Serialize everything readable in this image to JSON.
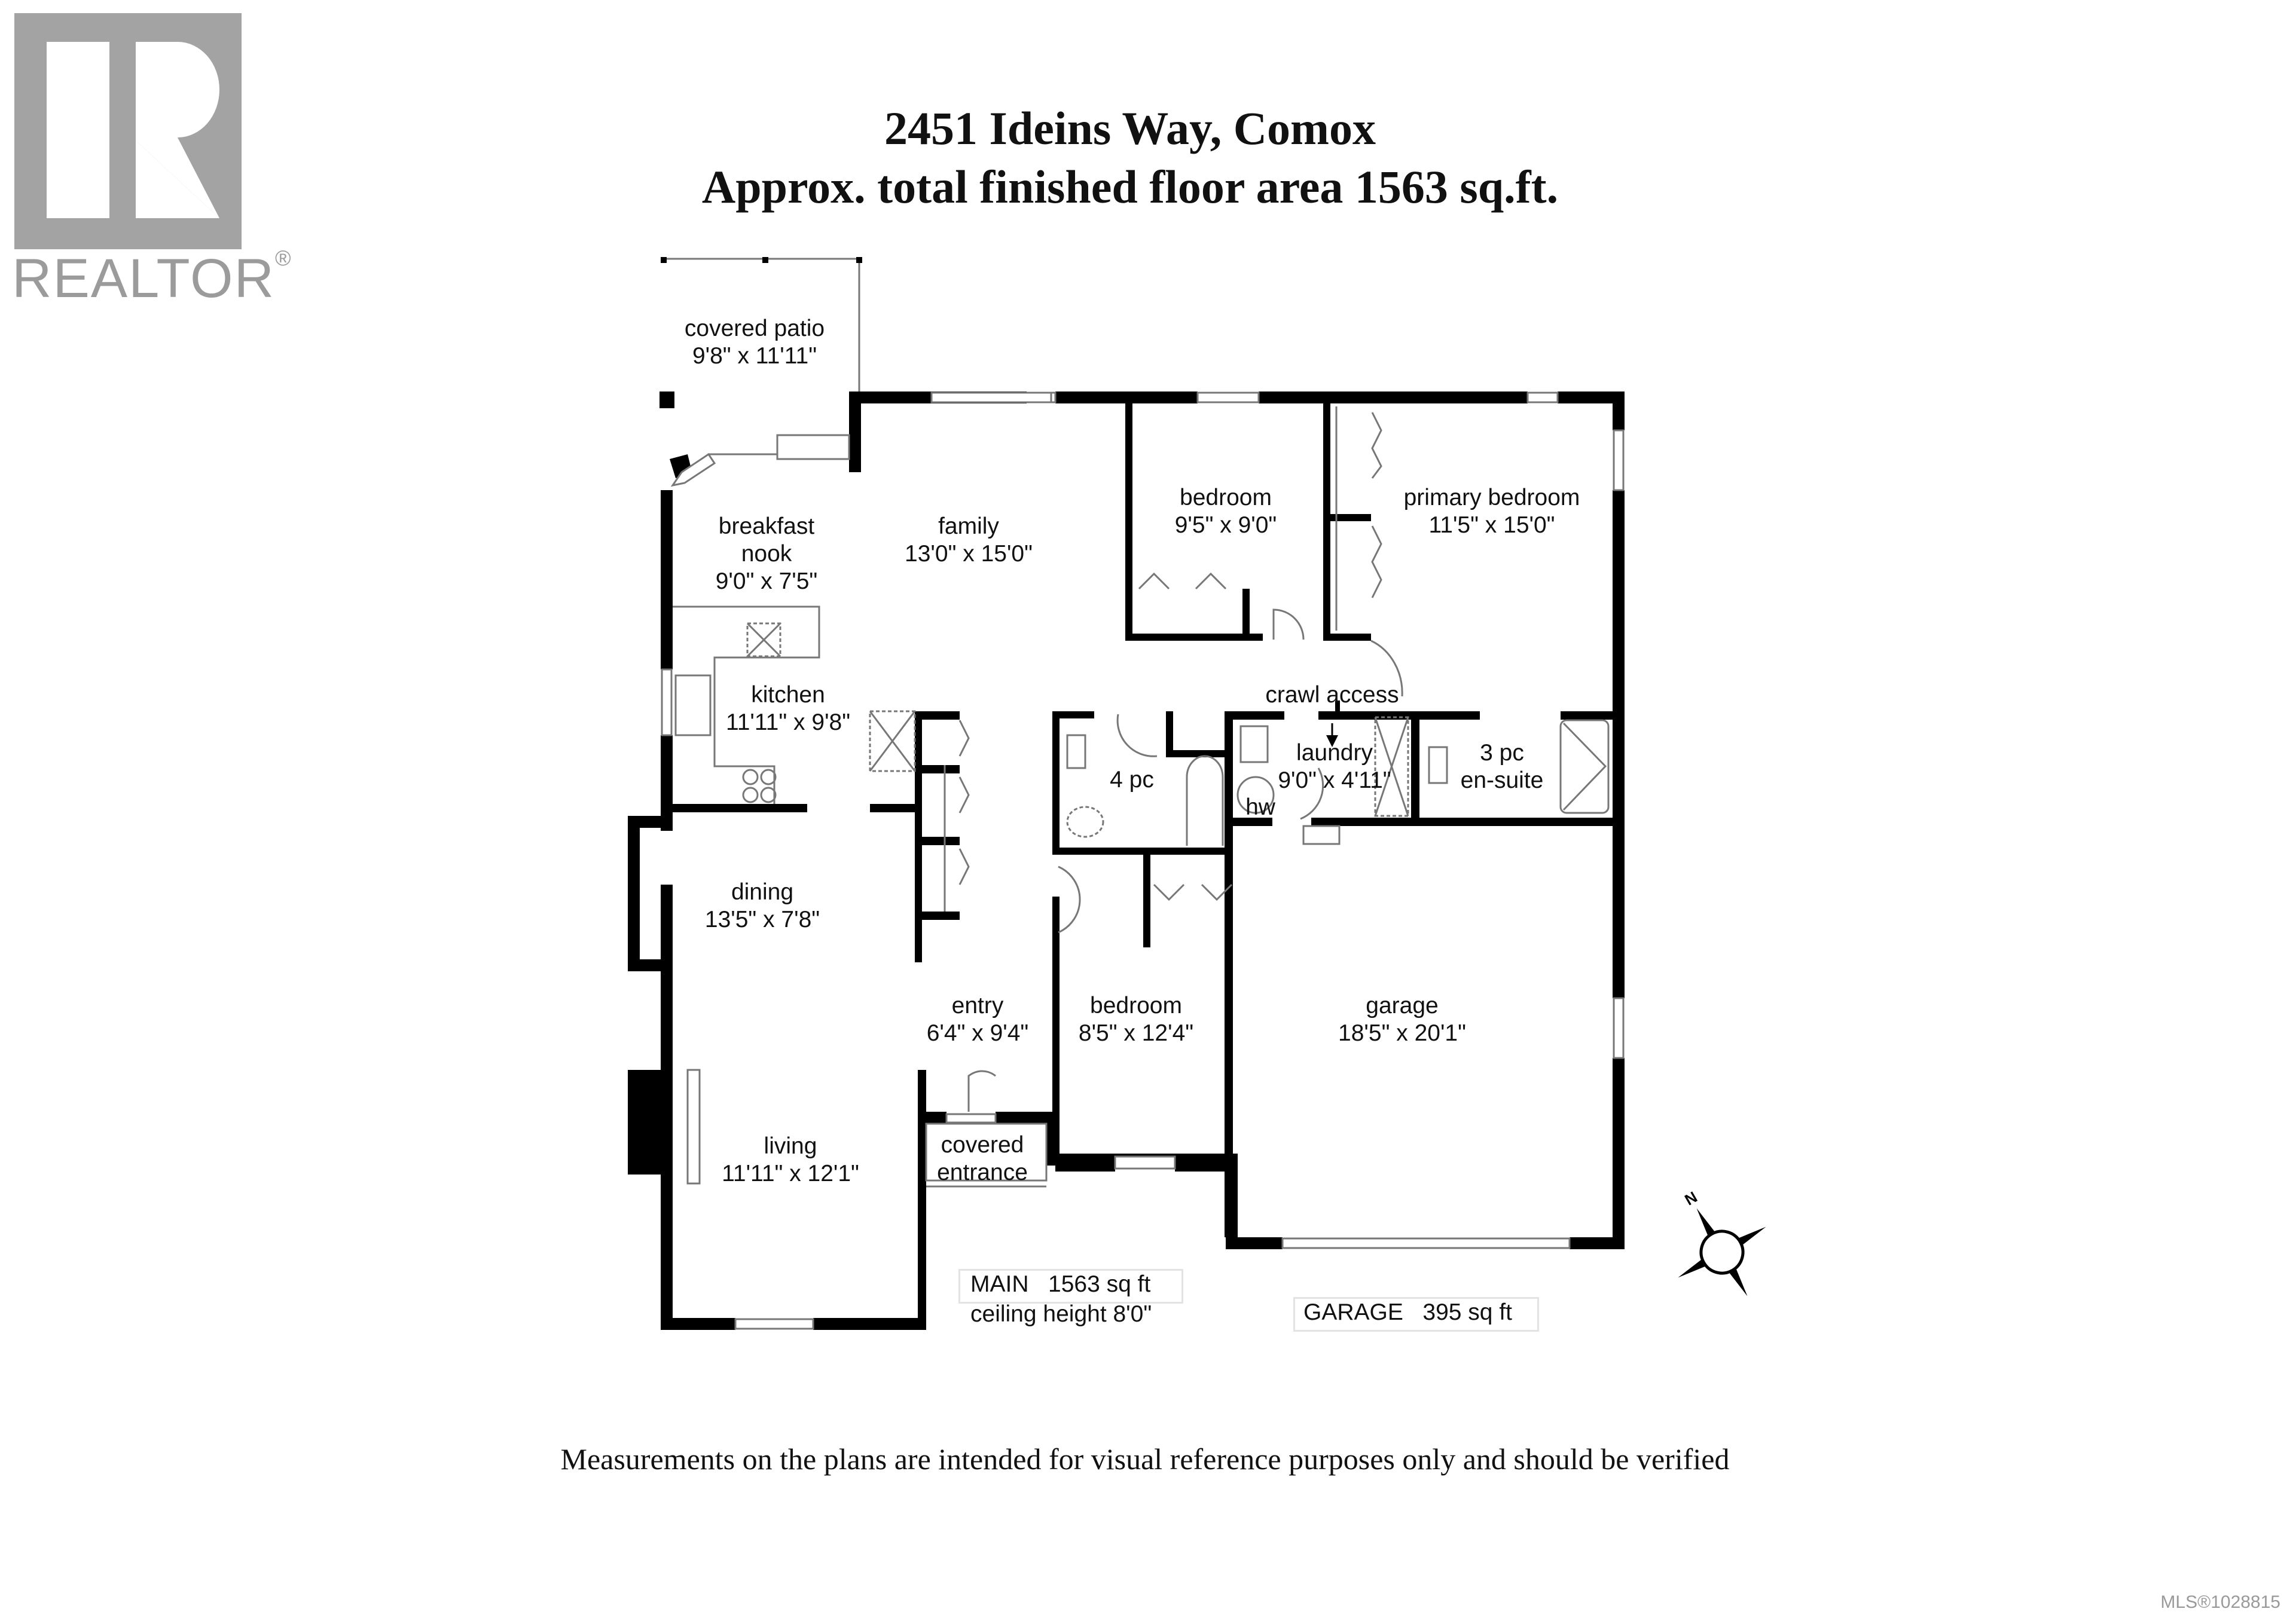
{
  "logo": {
    "word": "REALTOR",
    "registered": "®"
  },
  "header": {
    "address": "2451 Ideins Way, Comox",
    "area_line": "Approx. total finished floor area 1563 sq.ft."
  },
  "rooms": [
    {
      "id": "covered-patio",
      "name": "covered patio",
      "size": "9'8\" x 11'11\""
    },
    {
      "id": "breakfast-nook",
      "name": "breakfast\nnook",
      "name_l1": "breakfast",
      "name_l2": "nook",
      "size": "9'0\" x 7'5\""
    },
    {
      "id": "family",
      "name": "family",
      "size": "13'0\" x 15'0\""
    },
    {
      "id": "bedroom-2",
      "name": "bedroom",
      "size": "9'5\" x 9'0\""
    },
    {
      "id": "primary-bedroom",
      "name": "primary bedroom",
      "size": "11'5\" x 15'0\""
    },
    {
      "id": "kitchen",
      "name": "kitchen",
      "size": "11'11\" x 9'8\""
    },
    {
      "id": "bath-4pc",
      "name": "4 pc",
      "size": ""
    },
    {
      "id": "laundry",
      "name": "laundry",
      "size": "9'0\" x 4'11\""
    },
    {
      "id": "ensuite",
      "name_l1": "3 pc",
      "name_l2": "en-suite",
      "size": ""
    },
    {
      "id": "dining",
      "name": "dining",
      "size": "13'5\" x 7'8\""
    },
    {
      "id": "entry",
      "name": "entry",
      "size": "6'4\" x 9'4\""
    },
    {
      "id": "bedroom-3",
      "name": "bedroom",
      "size": "8'5\" x 12'4\""
    },
    {
      "id": "garage",
      "name": "garage",
      "size": "18'5\" x 20'1\""
    },
    {
      "id": "living",
      "name": "living",
      "size": "11'11\" x 12'1\""
    },
    {
      "id": "covered-entrance",
      "name_l1": "covered",
      "name_l2": "entrance",
      "size": ""
    }
  ],
  "annotations": {
    "crawl_access": "crawl access",
    "hot_water": "hw"
  },
  "summary": {
    "main_label": "MAIN",
    "main_area": "1563 sq ft",
    "ceiling": "ceiling height 8'0\"",
    "garage_label": "GARAGE",
    "garage_area": "395 sq ft"
  },
  "compass": {
    "north_label": "N"
  },
  "footer": {
    "disclaimer": "Measurements on the plans are intended for visual reference purposes only and should be verified",
    "mls": "MLS®1028815"
  }
}
